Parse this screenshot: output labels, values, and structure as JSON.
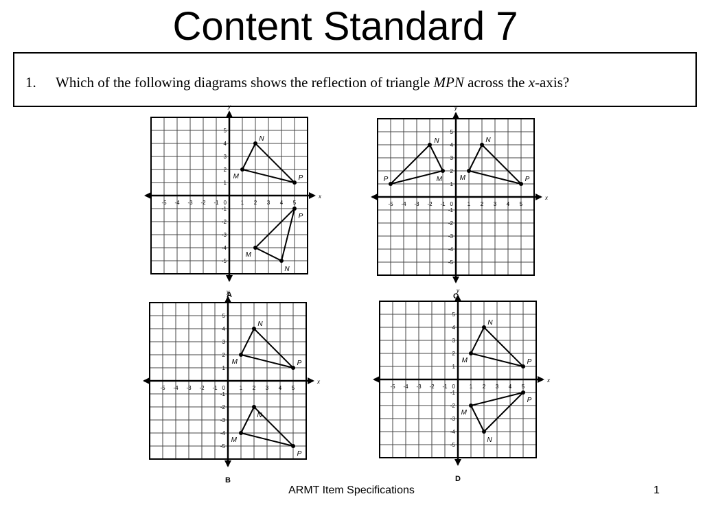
{
  "slide": {
    "title": "Content Standard 7",
    "footer": "ARMT Item Specifications",
    "page_number": "1"
  },
  "question": {
    "number": "1.",
    "text_before": "Which of the following diagrams shows the reflection of triangle ",
    "triangle": "MPN",
    "text_middle": " across the ",
    "axis_var": "x",
    "text_after": "-axis?"
  },
  "axes": {
    "x_label": "x",
    "y_label": "y",
    "range": [
      -5,
      5
    ],
    "tick_labels": [
      "-5",
      "-4",
      "-3",
      "-2",
      "-1",
      "1",
      "2",
      "3",
      "4",
      "5"
    ],
    "origin_label": "0"
  },
  "diagrams": [
    {
      "letter": "A",
      "triangles": [
        {
          "vertices": [
            {
              "label": "M",
              "x": 1,
              "y": 2
            },
            {
              "label": "N",
              "x": 2,
              "y": 4
            },
            {
              "label": "P",
              "x": 5,
              "y": 1
            }
          ]
        },
        {
          "vertices": [
            {
              "label": "M",
              "x": 2,
              "y": -4
            },
            {
              "label": "N",
              "x": 4,
              "y": -5
            },
            {
              "label": "P",
              "x": 5,
              "y": -1
            }
          ]
        }
      ]
    },
    {
      "letter": "C",
      "triangles": [
        {
          "vertices": [
            {
              "label": "M",
              "x": 1,
              "y": 2
            },
            {
              "label": "N",
              "x": 2,
              "y": 4
            },
            {
              "label": "P",
              "x": 5,
              "y": 1
            }
          ]
        },
        {
          "vertices": [
            {
              "label": "M",
              "x": -1,
              "y": 2
            },
            {
              "label": "N",
              "x": -2,
              "y": 4
            },
            {
              "label": "P",
              "x": -5,
              "y": 1
            }
          ]
        }
      ]
    },
    {
      "letter": "B",
      "triangles": [
        {
          "vertices": [
            {
              "label": "M",
              "x": 1,
              "y": 2
            },
            {
              "label": "N",
              "x": 2,
              "y": 4
            },
            {
              "label": "P",
              "x": 5,
              "y": 1
            }
          ]
        },
        {
          "vertices": [
            {
              "label": "M",
              "x": 1,
              "y": -4
            },
            {
              "label": "N",
              "x": 2,
              "y": -2
            },
            {
              "label": "P",
              "x": 5,
              "y": -5
            }
          ]
        }
      ]
    },
    {
      "letter": "D",
      "triangles": [
        {
          "vertices": [
            {
              "label": "M",
              "x": 1,
              "y": 2
            },
            {
              "label": "N",
              "x": 2,
              "y": 4
            },
            {
              "label": "P",
              "x": 5,
              "y": 1
            }
          ]
        },
        {
          "vertices": [
            {
              "label": "M",
              "x": 1,
              "y": -2
            },
            {
              "label": "N",
              "x": 2,
              "y": -4
            },
            {
              "label": "P",
              "x": 5,
              "y": -1
            }
          ]
        }
      ]
    }
  ]
}
